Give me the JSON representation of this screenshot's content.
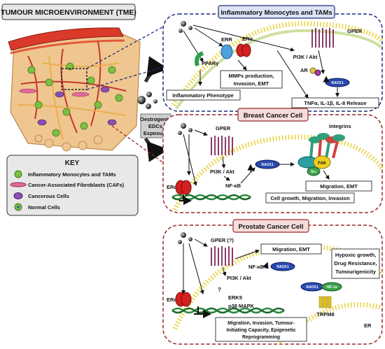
{
  "tme_title": "TUMOUR MICROENVIRONMENT (TME)",
  "exposure": [
    "Oestrogenic",
    "EDCs",
    "Exposure"
  ],
  "key": {
    "title": "KEY",
    "items": [
      "Inflammatory Monocytes and TAMs",
      "Cancer-Associated Fibroblasts (CAFs)",
      "Cancerous Cells",
      "Normal Cells"
    ]
  },
  "panel_monocytes": {
    "title": "Inflammatory Monocytes and TAMs",
    "gper": "GPER",
    "err": "ERR",
    "era": "ERα",
    "ppar": "PPARγ",
    "pi3k": "PI3K / Akt",
    "ar": "AR",
    "rack1": "RACK1",
    "mmps": [
      "MMPs production,",
      "Invasion, EMT"
    ],
    "inflammatory": "Inflammatory Phenotype",
    "cytokines": "TNFα, IL-1β, IL-8 Release"
  },
  "panel_breast": {
    "title": "Breast Cancer Cell",
    "gper": "GPER",
    "integrins": "Integrins",
    "pi3k": "PI3K / Akt",
    "nfkb": "NF-κB",
    "rack1": "RACK1",
    "fak": "FAK",
    "src": "Src",
    "era": "ERα",
    "migration": "Migration, EMT",
    "growth": "Cell growth, Migration, Invasion"
  },
  "panel_prostate": {
    "title": "Prostate Cancer Cell",
    "gper": "GPER (?)",
    "migration": "Migration, EMT",
    "nfkb": "NF-κB",
    "rack1": "RACK1",
    "pi3k": "PI3K / Akt",
    "question": "?",
    "erk5": "ERK5",
    "p38": "p38 MAPK",
    "era": "ERα",
    "hypoxic": [
      "Hypoxic growth,",
      "Drug Resistance,",
      "Tumourigenicity"
    ],
    "rack1_b": "RACK1",
    "hif": "HIF-1α",
    "trpm8": "TRPM8",
    "er": "ER",
    "outcome": [
      "Migration, Invasion, Tumour-",
      "Initiating Capacity, Epigenetic",
      "Reprogramming"
    ]
  }
}
